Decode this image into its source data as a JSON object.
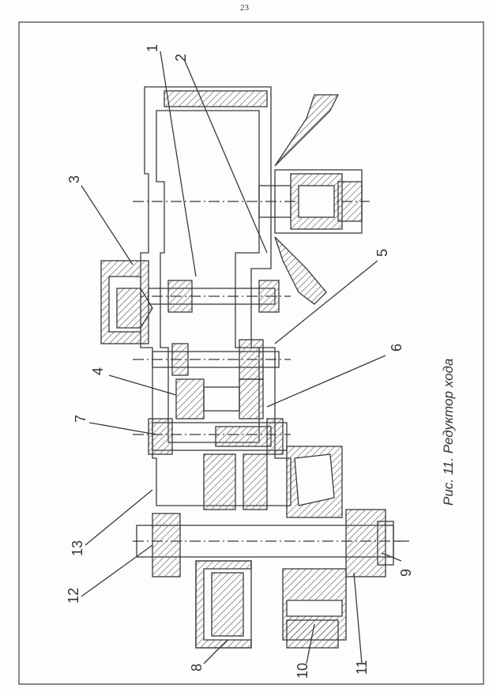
{
  "page": {
    "number": "23"
  },
  "figure": {
    "caption": "Рис. 11. Редуктор хода",
    "callouts": [
      "1",
      "2",
      "3",
      "4",
      "5",
      "6",
      "7",
      "8",
      "9",
      "10",
      "11",
      "12",
      "13"
    ]
  },
  "colors": {
    "ink": "#3a3a3a",
    "paper": "#fdfdfb",
    "hatch": "#6b6b6b"
  }
}
